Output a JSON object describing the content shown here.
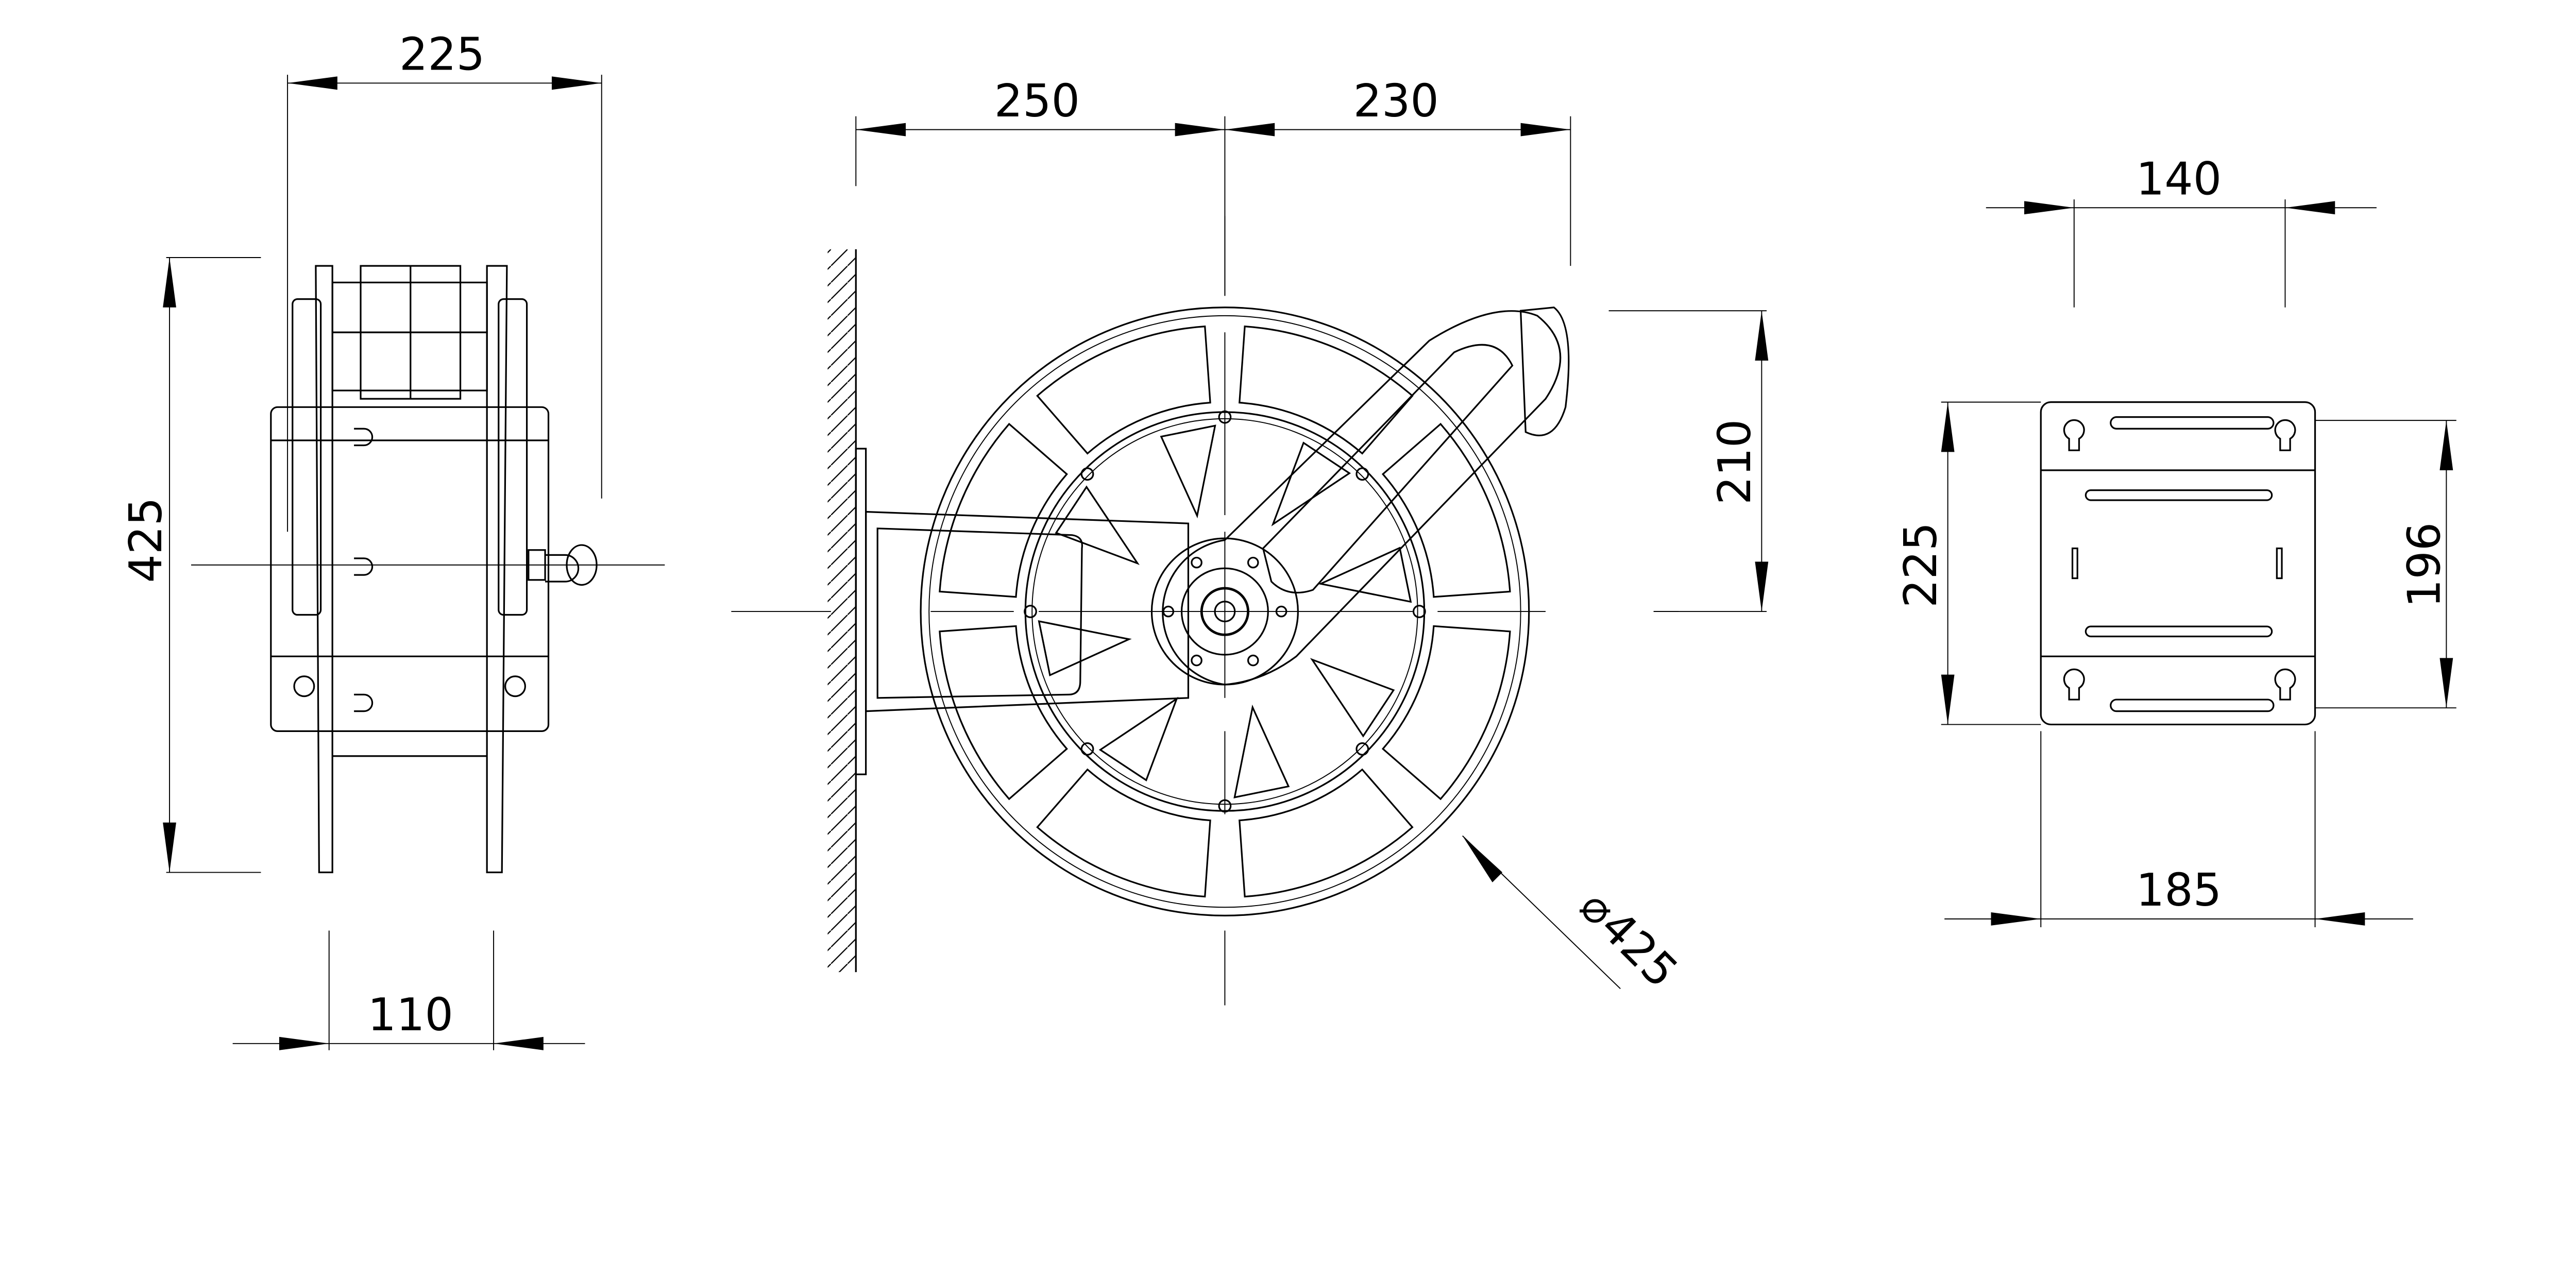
{
  "side_view": {
    "width_dim": "225",
    "height_dim": "425",
    "drum_width_dim": "110"
  },
  "front_view": {
    "left_dim": "250",
    "right_dim": "230",
    "arm_height_dim": "210",
    "diameter_symbol": "⌀",
    "diameter_dim": "425"
  },
  "bracket_view": {
    "hole_spacing_top_dim": "140",
    "plate_height_dim": "225",
    "hole_spacing_vertical_dim": "196",
    "plate_width_dim": "185"
  },
  "colors": {
    "line": "#000000",
    "background": "#ffffff"
  }
}
